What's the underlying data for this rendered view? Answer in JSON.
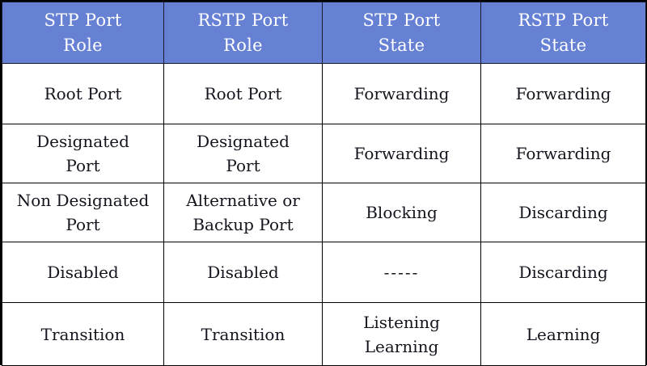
{
  "table": {
    "columns": [
      {
        "id": "stp-port-role",
        "lines": [
          "STP Port",
          "Role"
        ]
      },
      {
        "id": "rstp-port-role",
        "lines": [
          "RSTP Port",
          "Role"
        ]
      },
      {
        "id": "stp-port-state",
        "lines": [
          "STP Port",
          "State"
        ]
      },
      {
        "id": "rstp-port-state",
        "lines": [
          "RSTP Port",
          "State"
        ]
      }
    ],
    "rows": [
      {
        "id": "row-root-port",
        "cells": [
          {
            "lines": [
              "Root Port"
            ]
          },
          {
            "lines": [
              "Root Port"
            ]
          },
          {
            "lines": [
              "Forwarding"
            ]
          },
          {
            "lines": [
              "Forwarding"
            ]
          }
        ]
      },
      {
        "id": "row-designated-port",
        "cells": [
          {
            "lines": [
              "Designated",
              "Port"
            ]
          },
          {
            "lines": [
              "Designated",
              "Port"
            ]
          },
          {
            "lines": [
              "Forwarding"
            ]
          },
          {
            "lines": [
              "Forwarding"
            ]
          }
        ]
      },
      {
        "id": "row-non-designated-port",
        "cells": [
          {
            "lines": [
              "Non Designated",
              "Port"
            ]
          },
          {
            "lines": [
              "Alternative or",
              "Backup Port"
            ]
          },
          {
            "lines": [
              "Blocking"
            ]
          },
          {
            "lines": [
              "Discarding"
            ]
          }
        ]
      },
      {
        "id": "row-disabled",
        "cells": [
          {
            "lines": [
              "Disabled"
            ]
          },
          {
            "lines": [
              "Disabled"
            ]
          },
          {
            "lines": [
              "-----"
            ]
          },
          {
            "lines": [
              "Discarding"
            ]
          }
        ]
      },
      {
        "id": "row-transition",
        "cells": [
          {
            "lines": [
              "Transition"
            ]
          },
          {
            "lines": [
              "Transition"
            ]
          },
          {
            "lines": [
              "Listening",
              "Learning"
            ]
          },
          {
            "lines": [
              "Learning"
            ]
          }
        ]
      }
    ]
  },
  "colors": {
    "header_background": "#6680D4",
    "header_text": "#FFFFFF",
    "border": "#000000",
    "cell_background": "#FFFFFF",
    "cell_text": "#14141E"
  }
}
